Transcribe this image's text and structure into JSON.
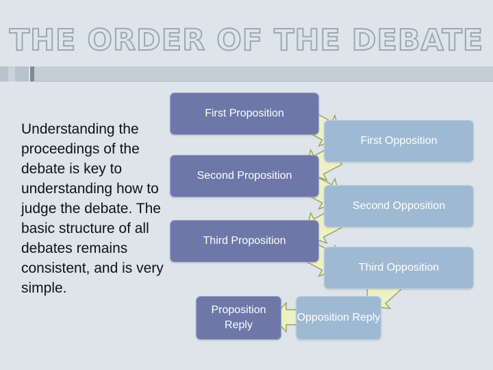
{
  "title": "THE ORDER OF THE DEBATE",
  "body_text": "Understanding the proceedings of the debate is key to understanding how to judge the debate. The basic structure of all debates remains consistent, and is very simple.",
  "steps": {
    "first_proposition": "First Proposition",
    "first_opposition": "First Opposition",
    "second_proposition": "Second Proposition",
    "second_opposition": "Second Opposition",
    "third_proposition": "Third Proposition",
    "third_opposition": "Third Opposition",
    "proposition_reply": "Proposition Reply",
    "opposition_reply": "Opposition Reply"
  },
  "colors": {
    "background": "#dde5ea",
    "proposition_box": "#6e77a8",
    "opposition_box": "#9fb9d2",
    "arrow_fill": "#eef2c2",
    "arrow_stroke": "#9aa26a"
  }
}
